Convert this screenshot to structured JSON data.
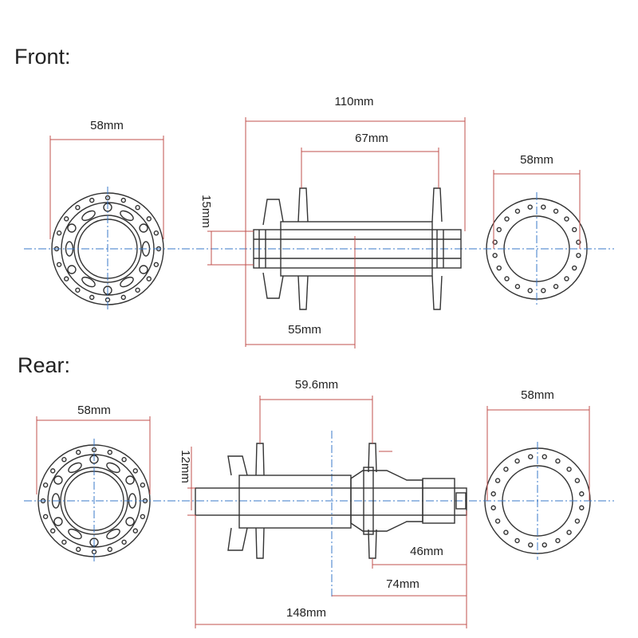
{
  "front": {
    "title": "Front:",
    "dims": {
      "left_disc": "58mm",
      "overall": "110mm",
      "flange": "67mm",
      "right_disc": "58mm",
      "axle": "15mm",
      "half": "55mm"
    }
  },
  "rear": {
    "title": "Rear:",
    "dims": {
      "left_disc": "58mm",
      "flange": "59.6mm",
      "right_disc": "58mm",
      "axle": "12mm",
      "drive": "46mm",
      "center": "74mm",
      "overall": "148mm"
    }
  },
  "colors": {
    "dimension": "#c0504d",
    "centerline": "#3a78c8",
    "outline": "#333333"
  }
}
